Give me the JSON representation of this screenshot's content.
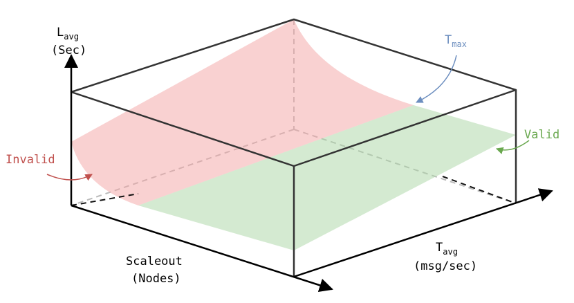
{
  "axes": {
    "latency": {
      "name": "L",
      "subscript": "avg",
      "unit": "(Sec)"
    },
    "throughput": {
      "name": "T",
      "subscript": "avg",
      "unit": "(msg/sec)"
    },
    "scaleout": {
      "name": "Scaleout",
      "unit": "(Nodes)"
    }
  },
  "annotations": {
    "tmax": {
      "name": "T",
      "subscript": "max"
    },
    "valid": "Valid",
    "invalid": "Invalid"
  },
  "colors": {
    "invalid_region": "#f4a3a3",
    "valid_region": "#a9d5a4",
    "invalid_text": "#c0504d",
    "valid_text": "#6aa84f",
    "tmax_text": "#6c8ebf",
    "box_edge": "#333333",
    "hidden_edge": "#bbbbbb"
  }
}
